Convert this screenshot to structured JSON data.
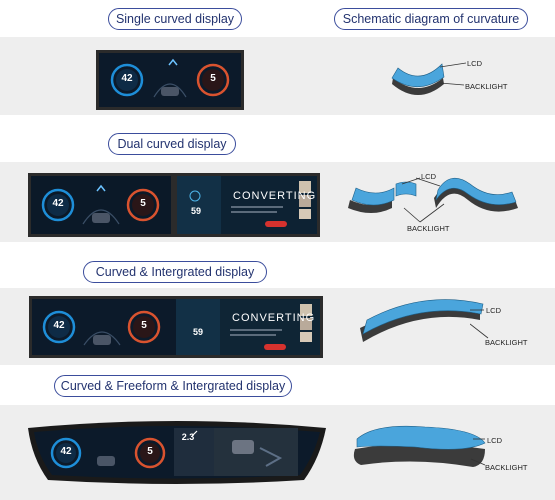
{
  "headers": {
    "single": "Single curved display",
    "schematic": "Schematic diagram of curvature",
    "dual": "Dual curved display",
    "integrated": "Curved & Intergrated display",
    "freeform": "Curved & Freeform & Intergrated display"
  },
  "labels": {
    "lcd": "LCD",
    "backlight": "BACKLIGHT"
  },
  "screens": {
    "speed_left": "42",
    "gear_right": "5",
    "ac_value": "59",
    "converting": "CONVERTING",
    "freeform_nav": "2.3"
  },
  "colors": {
    "lcd_blue": "#4aa5dc",
    "backlight": "#3b3b3b",
    "pill_border": "#3b4d9c",
    "band": "#eeeeee"
  }
}
